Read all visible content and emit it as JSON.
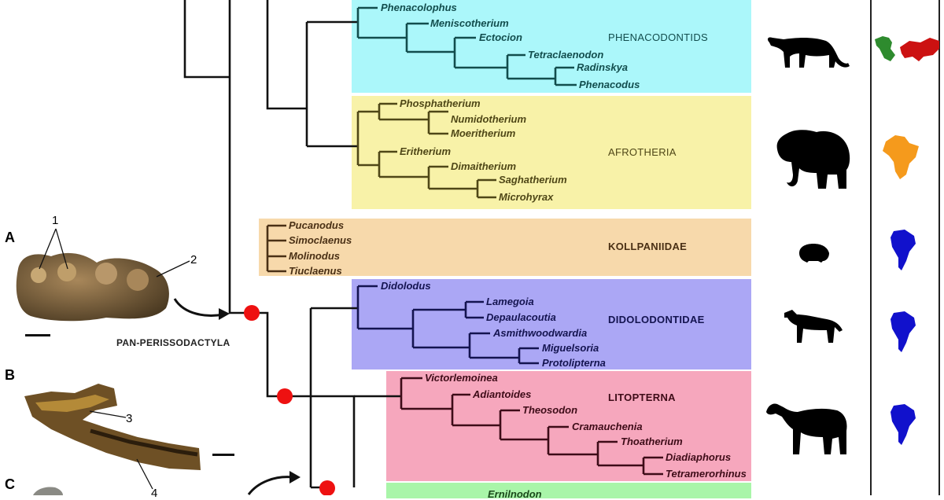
{
  "clades": [
    {
      "id": "phenacodontids",
      "label": "PHENACODONTIDS",
      "color": "#abf7fa",
      "branch_color": "#124d4d",
      "taxa": [
        "Phenacolophus",
        "Meniscotherium",
        "Ectocion",
        "Tetraclaenodon",
        "Radinskya",
        "Phenacodus"
      ]
    },
    {
      "id": "afrotheria",
      "label": "AFROTHERIA",
      "color": "#f8f2a8",
      "branch_color": "#4f4717",
      "taxa": [
        "Phosphatherium",
        "Numidotherium",
        "Moeritherium",
        "Eritherium",
        "Dimaitherium",
        "Saghatherium",
        "Microhyrax"
      ]
    },
    {
      "id": "kollpaniidae",
      "label": "KOLLPANIIDAE",
      "color": "#f7d9ab",
      "branch_color": "#4a3015",
      "taxa": [
        "Pucanodus",
        "Simoclaenus",
        "Molinodus",
        "Tiuclaenus"
      ]
    },
    {
      "id": "didolodontidae",
      "label": "DIDOLODONTIDAE",
      "color": "#aba7f5",
      "branch_color": "#141450",
      "taxa": [
        "Didolodus",
        "Lamegoia",
        "Depaulacoutia",
        "Asmithwoodwardia",
        "Miguelsoria",
        "Protolipterna"
      ]
    },
    {
      "id": "litopterna",
      "label": "LITOPTERNA",
      "color": "#f6a7bd",
      "branch_color": "#3e0c18",
      "taxa": [
        "Victorlemoinea",
        "Adiantoides",
        "Theosodon",
        "Cramauchenia",
        "Thoatherium",
        "Diadiaphorus",
        "Tetramerorhinus"
      ]
    },
    {
      "id": "next",
      "label": "",
      "color": "#a9f5a9",
      "branch_color": "#1b4a1b",
      "taxa": [
        "Ernilnodon"
      ]
    }
  ],
  "node_label": "PAN-PERISSODACTYLA",
  "panel_labels": [
    "A",
    "B",
    "C"
  ],
  "specimen_numbers": [
    "1",
    "2",
    "3",
    "4"
  ],
  "colors": {
    "node_marker": "#ee1111",
    "tree": "#111111",
    "north_america": "#2e8b2e",
    "eurasia": "#cc1111",
    "africa": "#f59a1c",
    "south_america": "#1111cc",
    "silhouette": "#000000",
    "fossil": "#8a6a3a"
  },
  "icons": [
    "panther-silhouette-icon",
    "elephant-silhouette-icon",
    "rodent-silhouette-icon",
    "hyena-silhouette-icon",
    "macrauchenia-silhouette-icon",
    "north-america-eurasia-map-icon",
    "africa-map-icon",
    "south-america-map-icon"
  ]
}
